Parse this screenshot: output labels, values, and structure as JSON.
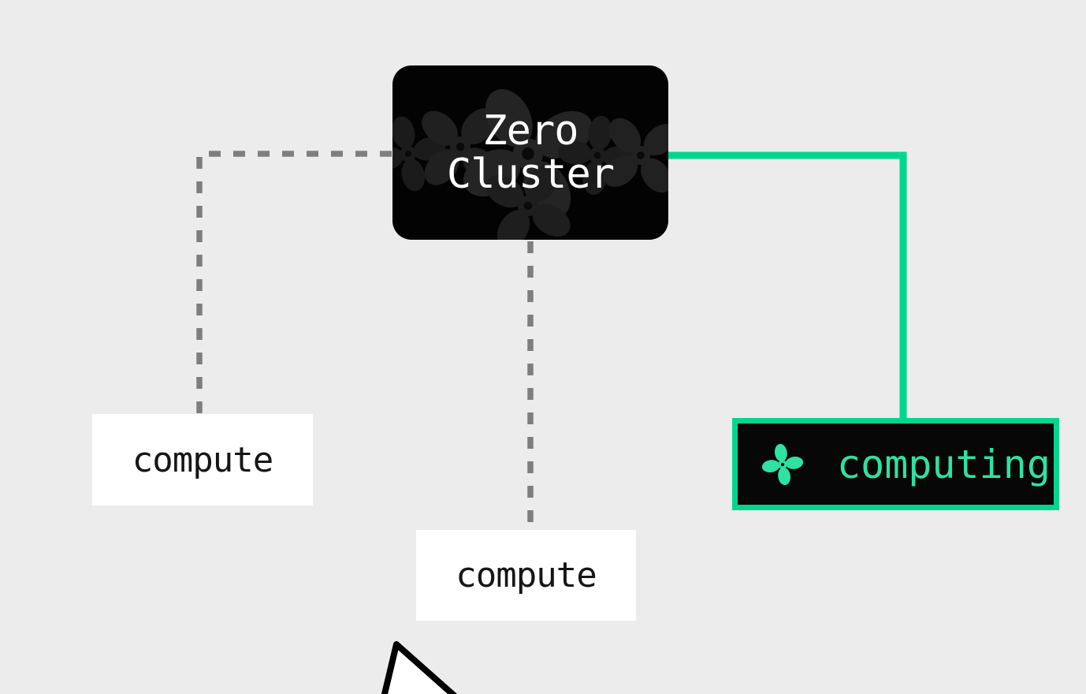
{
  "diagram": {
    "background_color": "#ececec",
    "cluster_node": {
      "label_line1": "Zero",
      "label_line2": "Cluster",
      "fill_color": "#030303",
      "text_color": "#ffffff",
      "decoration": "fan-pattern"
    },
    "compute_nodes": [
      {
        "label": "compute",
        "fill_color": "#ffffff",
        "text_color": "#161616",
        "connector": "dashed"
      },
      {
        "label": "compute",
        "fill_color": "#ffffff",
        "text_color": "#161616",
        "connector": "dashed"
      }
    ],
    "computing_node": {
      "label": "computing",
      "icon": "fan-icon",
      "fill_color": "#070707",
      "border_color": "#00d68e",
      "text_color": "#2ee2a2",
      "connector": "solid-green"
    },
    "connectors": {
      "dashed_color": "#7e7e7e",
      "active_color": "#00d68e"
    },
    "cursor": "pointer-arrow"
  }
}
